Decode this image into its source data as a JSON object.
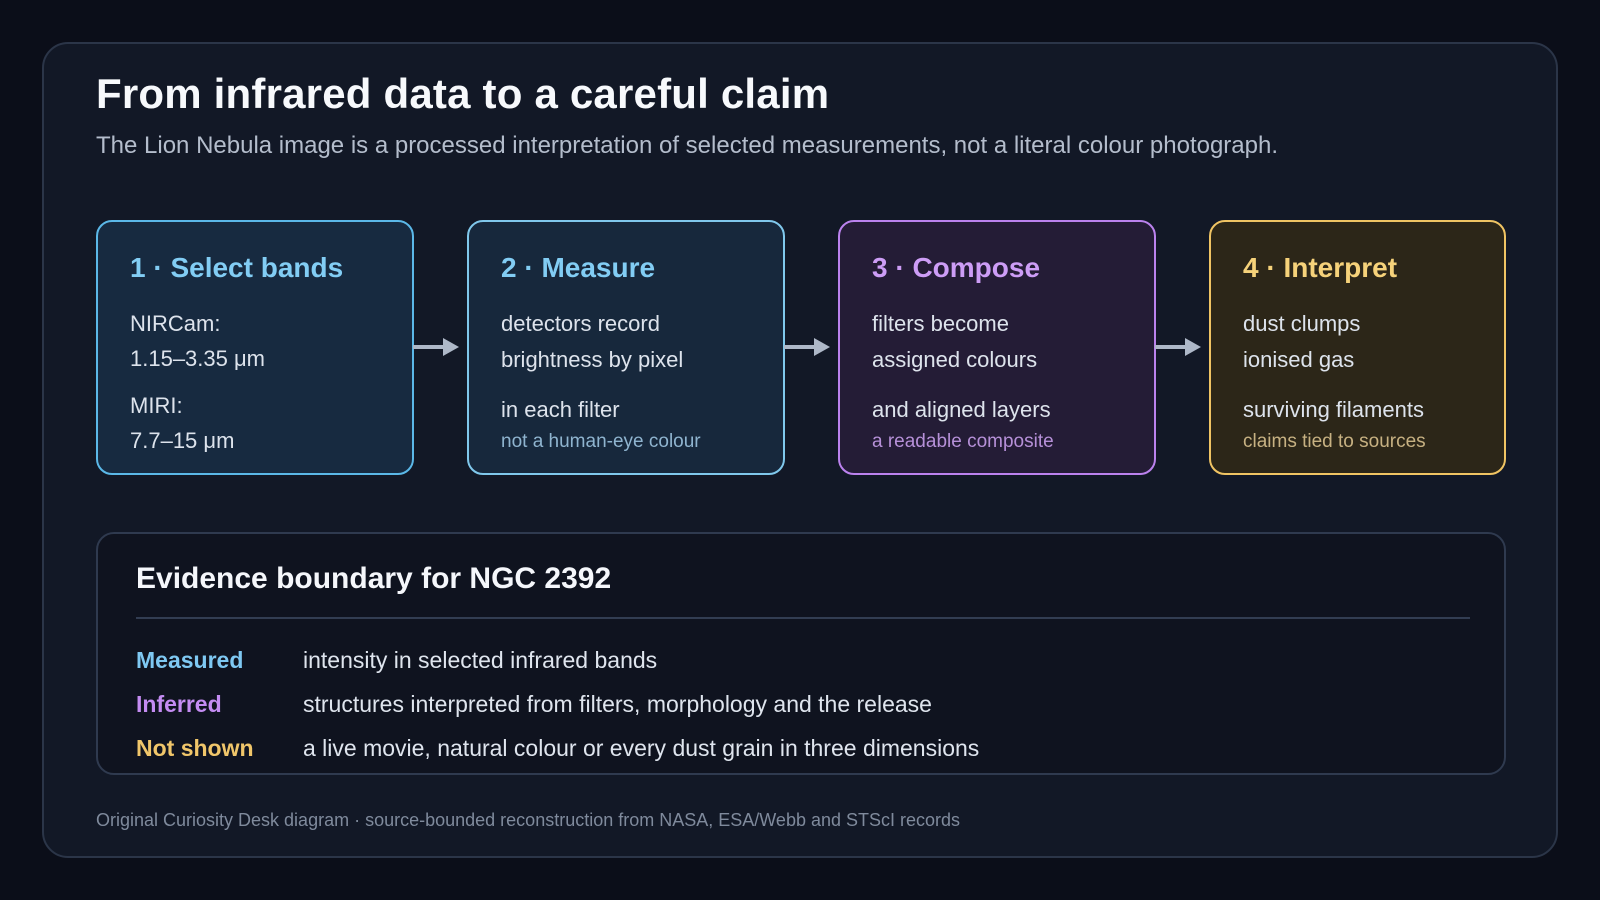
{
  "title": "From infrared data to a careful claim",
  "subtitle": "The Lion Nebula image is a processed interpretation of selected measurements, not a literal colour photograph.",
  "colors": {
    "background": "#0b0e19",
    "card": "#121826",
    "step1_border": "#5bb8e8",
    "step2_border": "#80c8ec",
    "step3_border": "#bb82ee",
    "step4_border": "#f0c463",
    "arrow": "#aeb8c8"
  },
  "steps": [
    {
      "title": "1 · Select bands",
      "lines": [
        "NIRCam:",
        "1.15–3.35 μm",
        "MIRI:",
        "7.7–15 μm"
      ]
    },
    {
      "title": "2 · Measure",
      "lines": [
        "detectors record",
        "brightness by pixel",
        "in each filter"
      ],
      "note": "not a human-eye colour"
    },
    {
      "title": "3 · Compose",
      "lines": [
        "filters become",
        "assigned colours",
        "and aligned layers"
      ],
      "note": "a readable composite"
    },
    {
      "title": "4 · Interpret",
      "lines": [
        "dust clumps",
        "ionised gas",
        "surviving filaments"
      ],
      "note": "claims tied to sources"
    }
  ],
  "arrows": [
    "arrow-right-icon",
    "arrow-right-icon",
    "arrow-right-icon"
  ],
  "evidence": {
    "title": "Evidence boundary for NGC 2392",
    "rows": [
      {
        "label": "Measured",
        "text": "intensity in selected infrared bands"
      },
      {
        "label": "Inferred",
        "text": "structures interpreted from filters, morphology and the release"
      },
      {
        "label": "Not shown",
        "text": "a live movie, natural colour or every dust grain in three dimensions"
      }
    ]
  },
  "footer": "Original Curiosity Desk diagram · source-bounded reconstruction from NASA, ESA/Webb and STScI records"
}
